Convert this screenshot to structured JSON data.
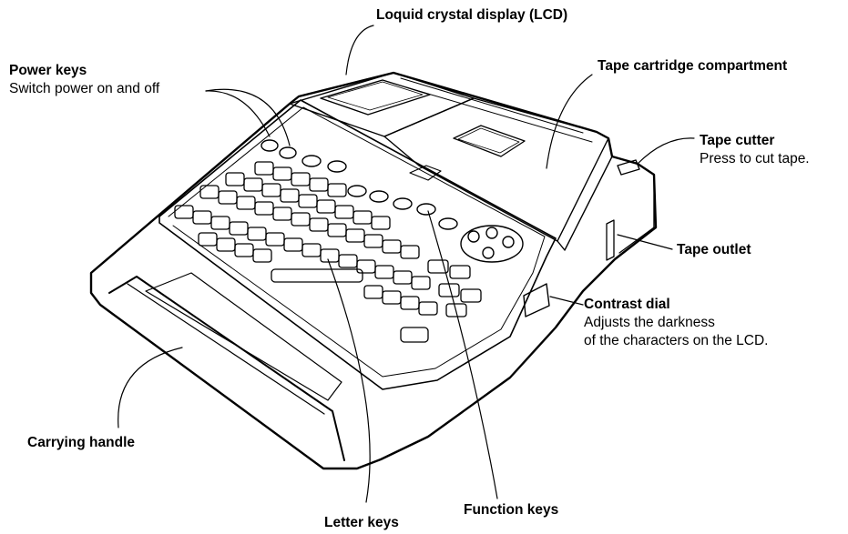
{
  "labels": {
    "lcd": {
      "title": "Loquid crystal display (LCD)"
    },
    "power": {
      "title": "Power keys",
      "desc": "Switch power on and off"
    },
    "cartridge": {
      "title": "Tape cartridge compartment"
    },
    "cutter": {
      "title": "Tape cutter",
      "desc": "Press to cut tape."
    },
    "outlet": {
      "title": "Tape outlet"
    },
    "contrast": {
      "title": "Contrast dial",
      "desc1": "Adjusts the darkness",
      "desc2": "of the characters on the LCD."
    },
    "handle": {
      "title": "Carrying handle"
    },
    "function": {
      "title": "Function keys"
    },
    "letter": {
      "title": "Letter keys"
    }
  }
}
